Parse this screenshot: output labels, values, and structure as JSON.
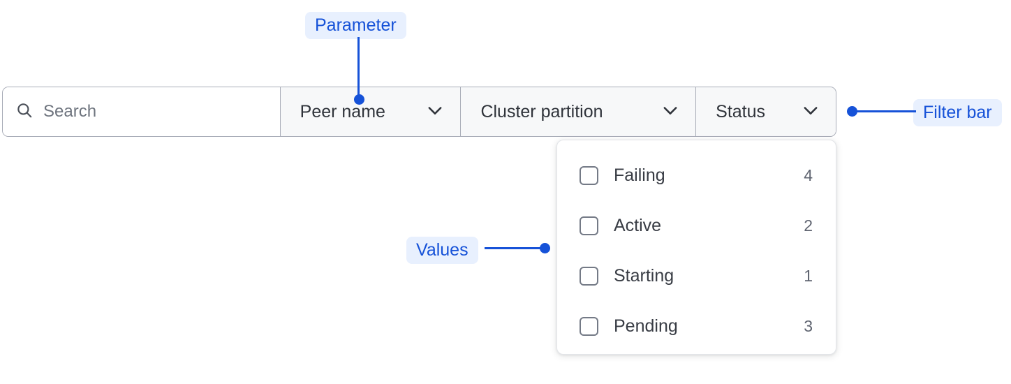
{
  "filter_bar": {
    "search": {
      "icon": "search-icon",
      "placeholder": "Search",
      "value": ""
    },
    "dropdowns": [
      {
        "label": "Peer name",
        "icon": "chevron-down-icon"
      },
      {
        "label": "Cluster partition",
        "icon": "chevron-down-icon"
      },
      {
        "label": "Status",
        "icon": "chevron-down-icon"
      }
    ]
  },
  "dropdown_panel": {
    "open_for": "Status",
    "options": [
      {
        "label": "Failing",
        "count": "4",
        "checked": false
      },
      {
        "label": "Active",
        "count": "2",
        "checked": false
      },
      {
        "label": "Starting",
        "count": "1",
        "checked": false
      },
      {
        "label": "Pending",
        "count": "3",
        "checked": false
      }
    ]
  },
  "annotations": [
    {
      "id": "parameter",
      "label": "Parameter"
    },
    {
      "id": "filter-bar",
      "label": "Filter bar"
    },
    {
      "id": "values",
      "label": "Values"
    }
  ],
  "colors": {
    "annotation_blue": "#1652d8",
    "annotation_chip_bg": "#e8f0fe",
    "bar_border": "#a9adb8",
    "segment_bg": "#f7f8f9",
    "text_primary": "#2f333a",
    "text_muted": "#5f6470",
    "panel_bg": "#ffffff"
  }
}
